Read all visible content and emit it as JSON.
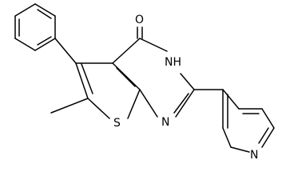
{
  "molecule": {
    "atoms": {
      "oxygen": "O",
      "nh": "NH",
      "sulfur": "S",
      "ring_nitrogen": "N",
      "pyridine_nitrogen": "N"
    }
  },
  "colors": {
    "bond": "#000000",
    "label": "#000000",
    "background": "#ffffff"
  }
}
